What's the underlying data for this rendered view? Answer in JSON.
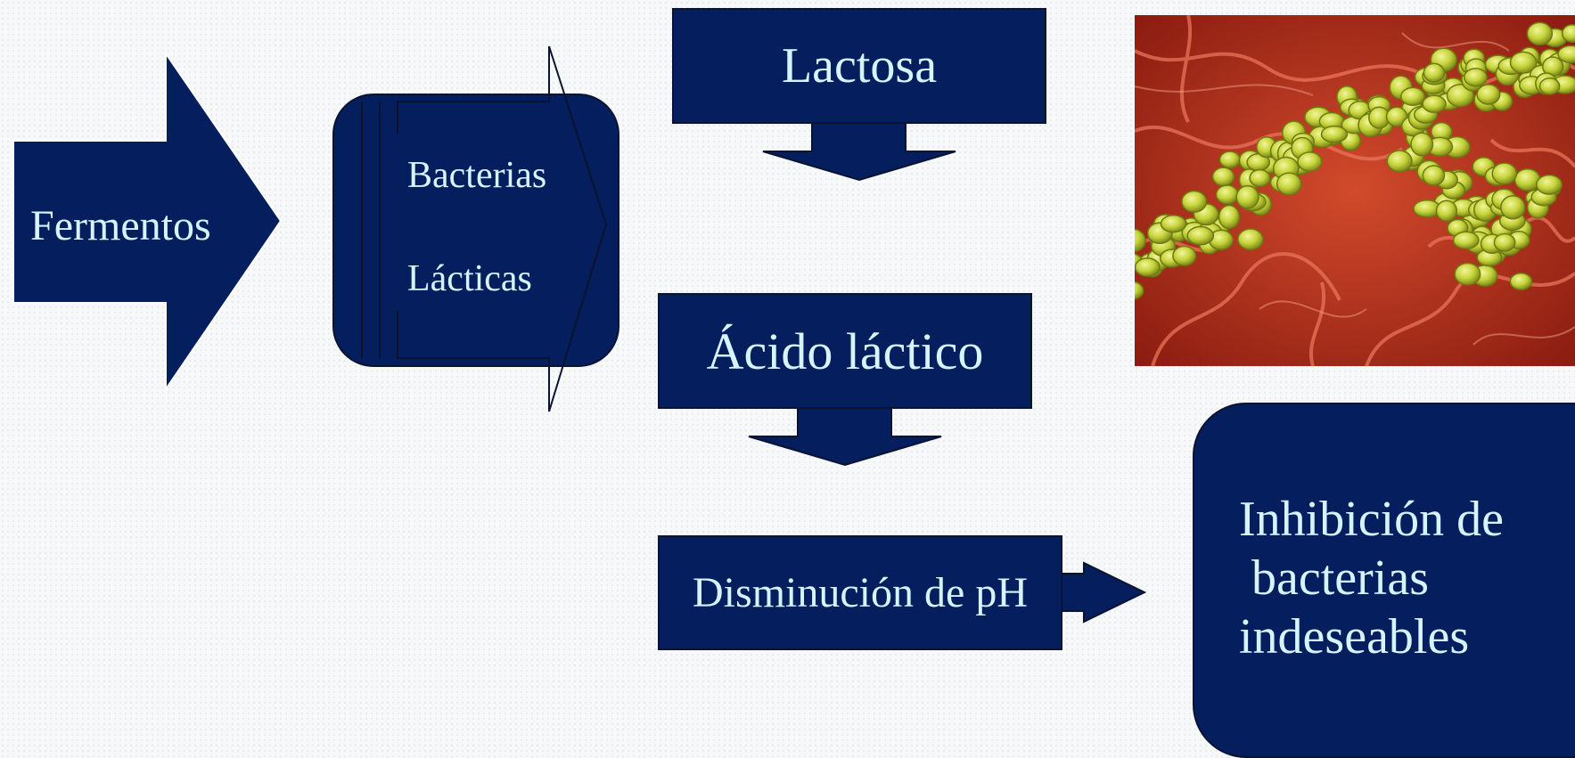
{
  "diagram": {
    "fermentos": "Fermentos",
    "bacterias_lacticas": [
      "Bacterias",
      "Lácticas"
    ],
    "lactosa": "Lactosa",
    "acido_lactico": "Ácido láctico",
    "disminucion_ph": "Disminución de pH",
    "inhibicion": [
      "Inhibición de",
      " bacterias",
      "indeseables"
    ]
  },
  "colors": {
    "shape_fill": "#041e5e",
    "text": "#d6f3ff",
    "photo_background": "#b8311c",
    "photo_bacteria": "#c8d63a"
  },
  "image": {
    "subject": "bacteria-micrograph"
  }
}
